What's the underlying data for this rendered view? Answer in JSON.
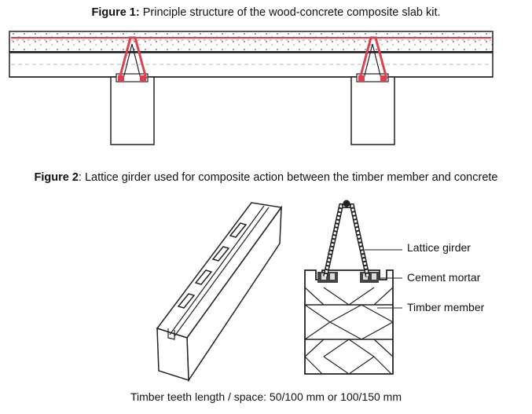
{
  "figure1": {
    "label": "Figure 1:",
    "caption": " Principle structure of the wood-concrete composite slab kit."
  },
  "figure2": {
    "label": "Figure 2",
    "caption": ": Lattice girder used for composite action between the timber member and concrete",
    "labels": {
      "lattice_girder": "Lattice girder",
      "cement_mortar": "Cement mortar",
      "timber_member": "Timber member"
    }
  },
  "footnote": "Timber teeth length / space: 50/100 mm or 100/150 mm",
  "colors": {
    "reinforcement": "#d9434f",
    "lines": "#222222",
    "dashed_hatch": "#9fc3c8"
  }
}
